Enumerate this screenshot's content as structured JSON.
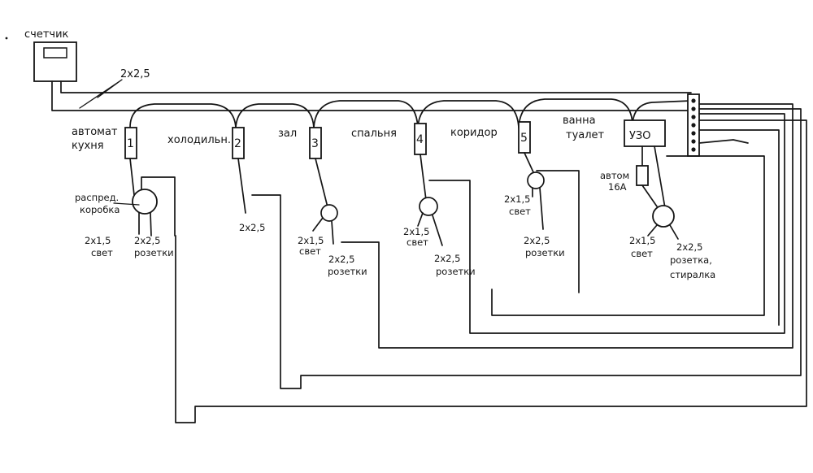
{
  "meter": {
    "label": "счетчик",
    "cable": "2x2,5"
  },
  "breakers": [
    {
      "number": "1",
      "label_line1": "автомат",
      "label_line2": "кухня"
    },
    {
      "number": "2",
      "label": "холодильн."
    },
    {
      "number": "3",
      "label": "зал"
    },
    {
      "number": "4",
      "label": "спальня"
    },
    {
      "number": "5",
      "label": "коридор"
    }
  ],
  "bathroom": {
    "label_line1": "ванна",
    "label_line2": "туалет",
    "rcd": "УЗО",
    "auto_line1": "автом",
    "auto_line2": "16А"
  },
  "junction": {
    "label_line1": "распред.",
    "label_line2": "коробка"
  },
  "cables": {
    "kitchen_light_1": "2x1,5",
    "kitchen_light_2": "свет",
    "kitchen_sockets_1": "2x2,5",
    "kitchen_sockets_2": "розетки",
    "fridge": "2x2,5",
    "hall_light_1": "2x1,5",
    "hall_light_2": "свет",
    "hall_sockets_1": "2x2,5",
    "hall_sockets_2": "розетки",
    "bed_light_1": "2x1,5",
    "bed_light_2": "свет",
    "bed_sockets_1": "2x2,5",
    "bed_sockets_2": "розетки",
    "cor_light_1": "2x1,5",
    "cor_light_2": "свет",
    "cor_sockets_1": "2x2,5",
    "cor_sockets_2": "розетки",
    "bath_light_1": "2x1,5",
    "bath_light_2": "свет",
    "bath_sockets_1": "2x2,5",
    "bath_sockets_2": "розетка,",
    "bath_sockets_3": "стиралка"
  }
}
